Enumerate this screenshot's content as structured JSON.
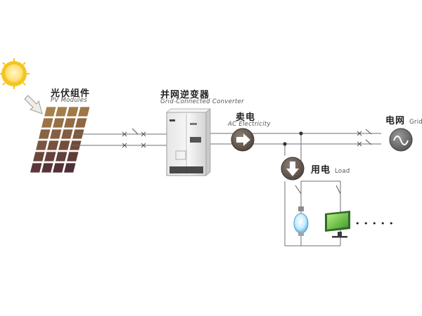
{
  "labels": {
    "pv_modules_zh": "光伏组件",
    "pv_modules_en": "PV Modules",
    "inverter_zh": "并网逆变器",
    "inverter_en": "Grid-Connected Converter",
    "sell_zh": "卖电",
    "sell_en": "AC Electricity",
    "grid_zh": "电网",
    "grid_en": "Grid",
    "use_zh": "用电",
    "use_en": "Load",
    "more_loads": "• • • • •"
  },
  "colors": {
    "sun": "#f2c21b",
    "panel_dark": "#4d2b34",
    "panel_light": "#a8814a",
    "arrow_circle": "#5a4f48",
    "wire": "#6f6f6f",
    "monitor_screen": "#4caf3a",
    "bulb": "#7fc4e6"
  },
  "icons": {
    "sun": "sun-icon",
    "hint_arrow": "arrow-icon",
    "inverter": "inverter-cabinet-icon",
    "sell_arrow": "right-arrow-circle-icon",
    "load_arrow": "down-arrow-circle-icon",
    "grid": "ac-sine-icon",
    "bulb": "light-bulb-icon",
    "monitor": "monitor-icon"
  }
}
